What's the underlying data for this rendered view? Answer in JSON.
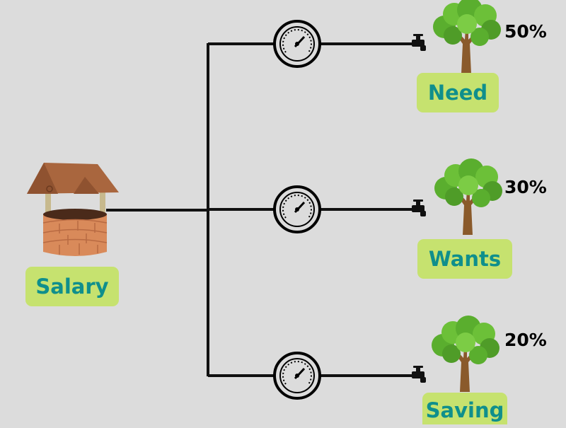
{
  "source": {
    "label": "Salary",
    "icon": "wishing-well-icon"
  },
  "branches": [
    {
      "label": "Need",
      "percent": "50%",
      "icons": [
        "gauge-icon",
        "tap-icon",
        "tree-icon"
      ]
    },
    {
      "label": "Wants",
      "percent": "30%",
      "icons": [
        "gauge-icon",
        "tap-icon",
        "tree-icon"
      ]
    },
    {
      "label": "Saving",
      "percent": "20%",
      "icons": [
        "gauge-icon",
        "tap-icon",
        "tree-icon"
      ]
    }
  ],
  "colors": {
    "background": "#dcdcdc",
    "label_background": "#c6e26f",
    "label_text": "#0f8f8c",
    "pipe": "#111111",
    "foliage": "#5aae2e",
    "trunk": "#8a5a2b",
    "well_brick": "#d98a5a",
    "well_roof": "#a9663e"
  }
}
